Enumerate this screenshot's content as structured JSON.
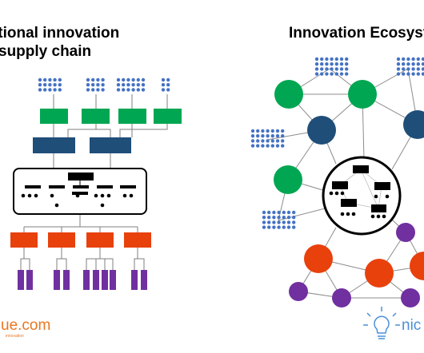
{
  "left_panel": {
    "title_line1": "itional innovation",
    "title_line2": "supply chain",
    "brand_text": "ue.com",
    "brand_tagline": "innovation"
  },
  "right_panel": {
    "title": "Innovation Ecosyst",
    "brand_text": "nic"
  },
  "colors": {
    "dots": "#4472c4",
    "green": "#00a651",
    "navy": "#1f4e79",
    "orange_red": "#e8410c",
    "purple": "#7030a0",
    "brand_orange": "#e87722",
    "brand_blue": "#4a90d9"
  },
  "icons": [
    "lightbulb-icon"
  ]
}
